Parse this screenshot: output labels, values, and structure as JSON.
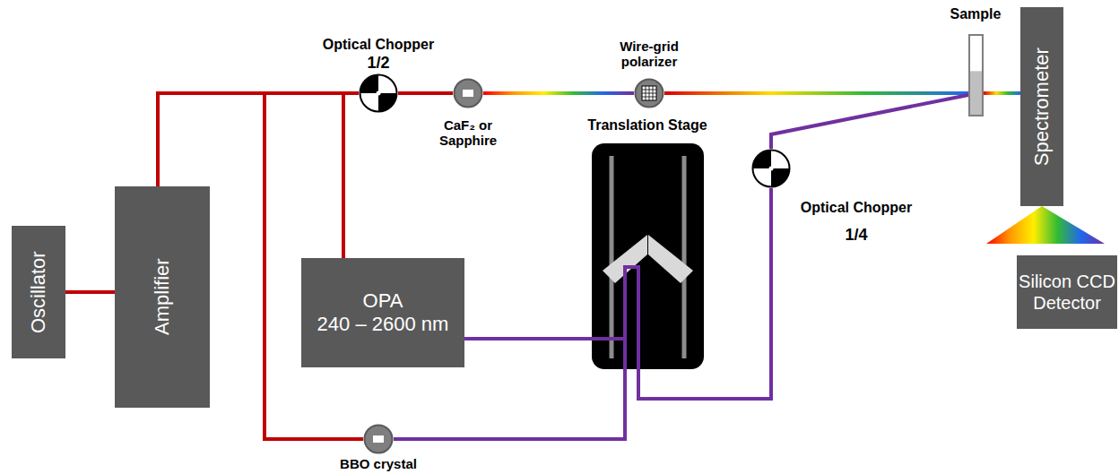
{
  "diagram": {
    "nodes": [
      {
        "text": [
          "Oscillator"
        ]
      },
      {
        "text": [
          "Amplifier"
        ]
      },
      {
        "text": [
          "Optical Chopper",
          "1/2"
        ]
      },
      {
        "text": [
          "CaF₂ or Sapphire"
        ]
      },
      {
        "text": [
          "Wire-grid polarizer"
        ]
      },
      {
        "text": [
          "Sample"
        ]
      },
      {
        "text": [
          "Spectrometer"
        ]
      },
      {
        "text": [
          "Translation Stage"
        ]
      },
      {
        "text": [
          "OPA",
          "240 – 2600 nm"
        ]
      },
      {
        "text": [
          "Optical Chopper",
          "1/4"
        ]
      },
      {
        "text": [
          "Silicon CCD Detector"
        ]
      },
      {
        "text": [
          "BBO crystal"
        ]
      }
    ],
    "edges": [
      {
        "from": 0,
        "to": 1,
        "arrow": "none"
      },
      {
        "from": 1,
        "to": 2,
        "arrow": "none"
      },
      {
        "from": 2,
        "to": 3,
        "arrow": "none"
      },
      {
        "from": 3,
        "to": 4,
        "arrow": "none"
      },
      {
        "from": 4,
        "to": 5,
        "arrow": "none"
      },
      {
        "from": 5,
        "to": 6,
        "arrow": "none"
      },
      {
        "from": 1,
        "to": 8,
        "arrow": "none"
      },
      {
        "from": 1,
        "to": 11,
        "arrow": "none"
      },
      {
        "from": 8,
        "to": 7,
        "arrow": "none"
      },
      {
        "from": 11,
        "to": 7,
        "arrow": "none"
      },
      {
        "from": 7,
        "to": 9,
        "arrow": "none"
      },
      {
        "from": 9,
        "to": 5,
        "arrow": "none"
      }
    ]
  }
}
